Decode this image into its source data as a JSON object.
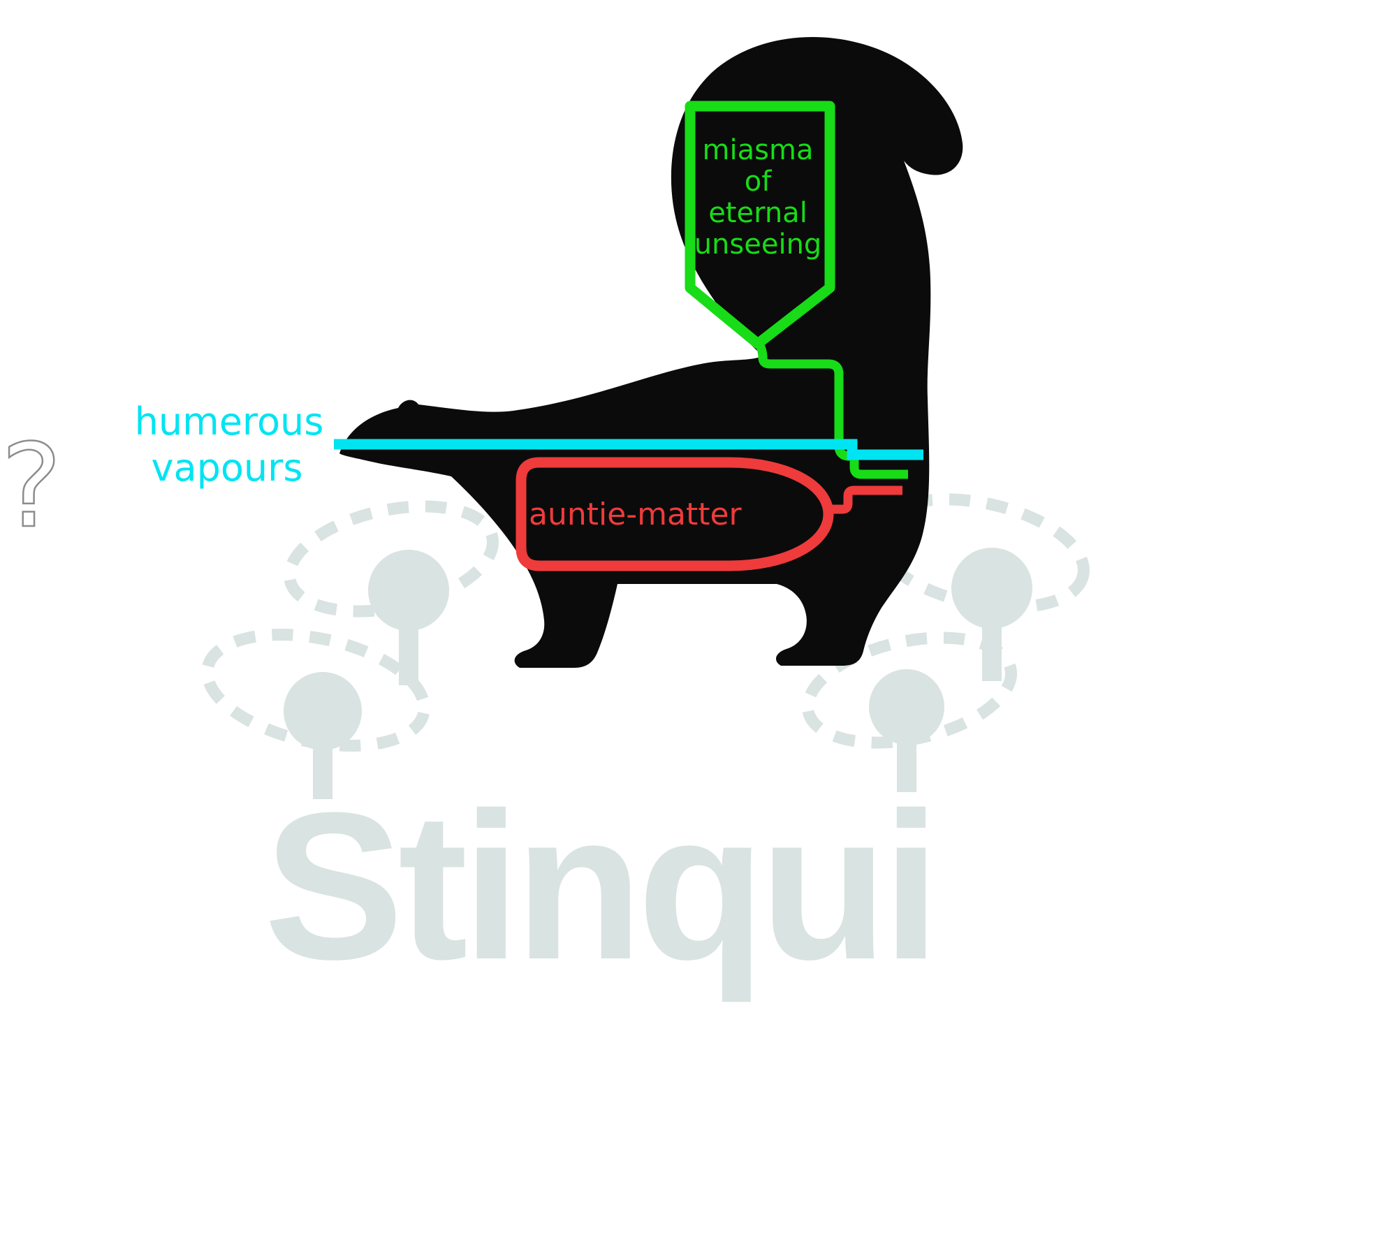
{
  "figure": {
    "title_watermark": "Stinqui",
    "question_mark": "?",
    "colors": {
      "skunk_black": "#0b0b0b",
      "green": "#17dc17",
      "cyan": "#00e4f2",
      "red": "#ef3b3b",
      "deco_gray": "#d9e3e1",
      "question_outline": "#8c8c8c",
      "background": "#ffffff"
    },
    "labels": {
      "miasma_line1": "miasma",
      "miasma_line2": "of",
      "miasma_line3": "eternal",
      "miasma_line4": "unseeing",
      "vapours_line1": "humerous",
      "vapours_line2": "vapours",
      "auntie": "auntie-matter"
    }
  }
}
